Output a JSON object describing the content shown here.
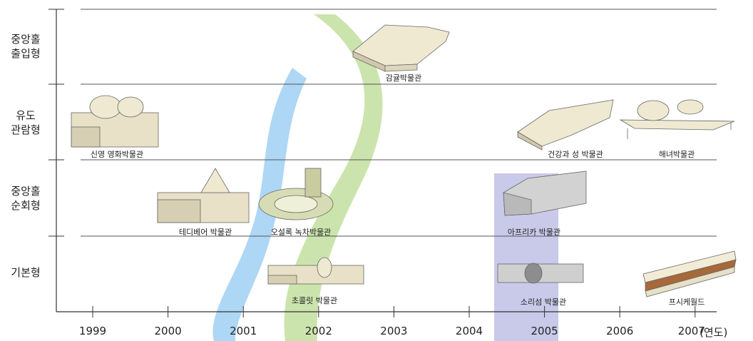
{
  "categories": [
    {
      "line1": "중앙홀",
      "line2": "출입형"
    },
    {
      "line1": "유도",
      "line2": "관람형"
    },
    {
      "line1": "중앙홀",
      "line2": "순회형"
    },
    {
      "line1": "기본형",
      "line2": ""
    }
  ],
  "years": [
    "1999",
    "2000",
    "2001",
    "2002",
    "2003",
    "2004",
    "2005",
    "2006",
    "2007"
  ],
  "year_unit": "(연도)",
  "museums": [
    {
      "label": "감귤박물관"
    },
    {
      "label": "신영 영화박물관"
    },
    {
      "label": "건강과 성 박물관"
    },
    {
      "label": "해녀박물관"
    },
    {
      "label": "테디베어 박물관"
    },
    {
      "label": "오설록 녹차박물관"
    },
    {
      "label": "아프리카 박물관"
    },
    {
      "label": "초콜릿 박물관"
    },
    {
      "label": "소리섬 박물관"
    },
    {
      "label": "프시케월드"
    }
  ],
  "colors": {
    "highlight": "#b7b7e3",
    "watermark_green": "#8bc34a",
    "watermark_blue": "#4aa7e6",
    "building": "#efe9d2",
    "axis": "#333333"
  }
}
